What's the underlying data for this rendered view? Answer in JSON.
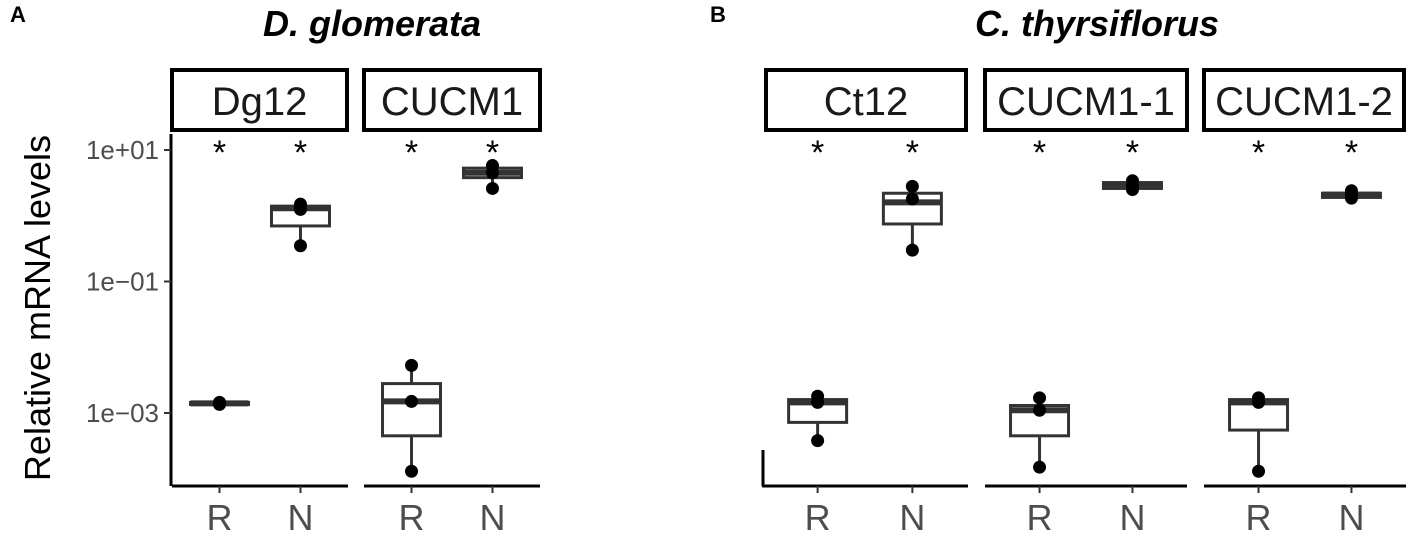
{
  "chart_data": [
    {
      "type": "box",
      "panel_letter": "A",
      "title": "D. glomerata",
      "ylabel": "Relative mRNA levels",
      "yscale": "log10",
      "y_ticks": [
        {
          "value": 10,
          "label": "1e+01"
        },
        {
          "value": 0.1,
          "label": "1e−01"
        },
        {
          "value": 0.001,
          "label": "1e−03"
        }
      ],
      "categories": [
        "R",
        "N"
      ],
      "facets": [
        {
          "label": "Dg12",
          "groups": [
            {
              "category": "R",
              "q1": 0.00135,
              "median": 0.0014,
              "q3": 0.00145,
              "whisker_low": 0.00135,
              "whisker_high": 0.00145,
              "points": [
                0.00135,
                0.0014,
                0.00145
              ],
              "annotation": "*"
            },
            {
              "category": "N",
              "q1": 0.7,
              "median": 1.3,
              "q3": 1.4,
              "whisker_low": 0.35,
              "whisker_high": 1.45,
              "points": [
                0.35,
                1.25,
                1.5
              ],
              "annotation": "*"
            }
          ]
        },
        {
          "label": "CUCM1",
          "groups": [
            {
              "category": "R",
              "q1": 0.00045,
              "median": 0.0015,
              "q3": 0.0028,
              "whisker_low": 0.00013,
              "whisker_high": 0.0053,
              "points": [
                0.00013,
                0.0015,
                0.0053
              ],
              "annotation": "*"
            },
            {
              "category": "N",
              "q1": 3.8,
              "median": 4.5,
              "q3": 5.3,
              "whisker_low": 2.6,
              "whisker_high": 5.8,
              "points": [
                2.6,
                4.5,
                5.8
              ],
              "annotation": "*"
            }
          ]
        }
      ]
    },
    {
      "type": "box",
      "panel_letter": "B",
      "title": "C. thyrsiflorus",
      "yscale": "log10",
      "categories": [
        "R",
        "N"
      ],
      "facets": [
        {
          "label": "Ct12",
          "groups": [
            {
              "category": "R",
              "q1": 0.00072,
              "median": 0.00145,
              "q3": 0.0016,
              "whisker_low": 0.00038,
              "whisker_high": 0.0018,
              "points": [
                0.00038,
                0.00145,
                0.0018
              ],
              "annotation": "*"
            },
            {
              "category": "N",
              "q1": 0.75,
              "median": 1.6,
              "q3": 2.2,
              "whisker_low": 0.3,
              "whisker_high": 2.8,
              "points": [
                0.3,
                1.8,
                2.8
              ],
              "annotation": "*"
            }
          ]
        },
        {
          "label": "CUCM1-1",
          "groups": [
            {
              "category": "R",
              "q1": 0.00045,
              "median": 0.0011,
              "q3": 0.0013,
              "whisker_low": 0.00015,
              "whisker_high": 0.0013,
              "points": [
                0.00015,
                0.0011,
                0.0017
              ],
              "annotation": "*"
            },
            {
              "category": "N",
              "q1": 2.6,
              "median": 2.9,
              "q3": 3.2,
              "whisker_low": 2.5,
              "whisker_high": 3.4,
              "points": [
                2.5,
                2.9,
                3.4
              ],
              "annotation": "*"
            }
          ]
        },
        {
          "label": "CUCM1-2",
          "groups": [
            {
              "category": "R",
              "q1": 0.00055,
              "median": 0.00145,
              "q3": 0.0016,
              "whisker_low": 0.00013,
              "whisker_high": 0.0016,
              "points": [
                0.00013,
                0.00145,
                0.0017
              ],
              "annotation": "*"
            },
            {
              "category": "N",
              "q1": 1.9,
              "median": 2.1,
              "q3": 2.2,
              "whisker_low": 1.85,
              "whisker_high": 2.4,
              "points": [
                1.85,
                2.1,
                2.4
              ],
              "annotation": "*"
            }
          ]
        }
      ]
    }
  ]
}
